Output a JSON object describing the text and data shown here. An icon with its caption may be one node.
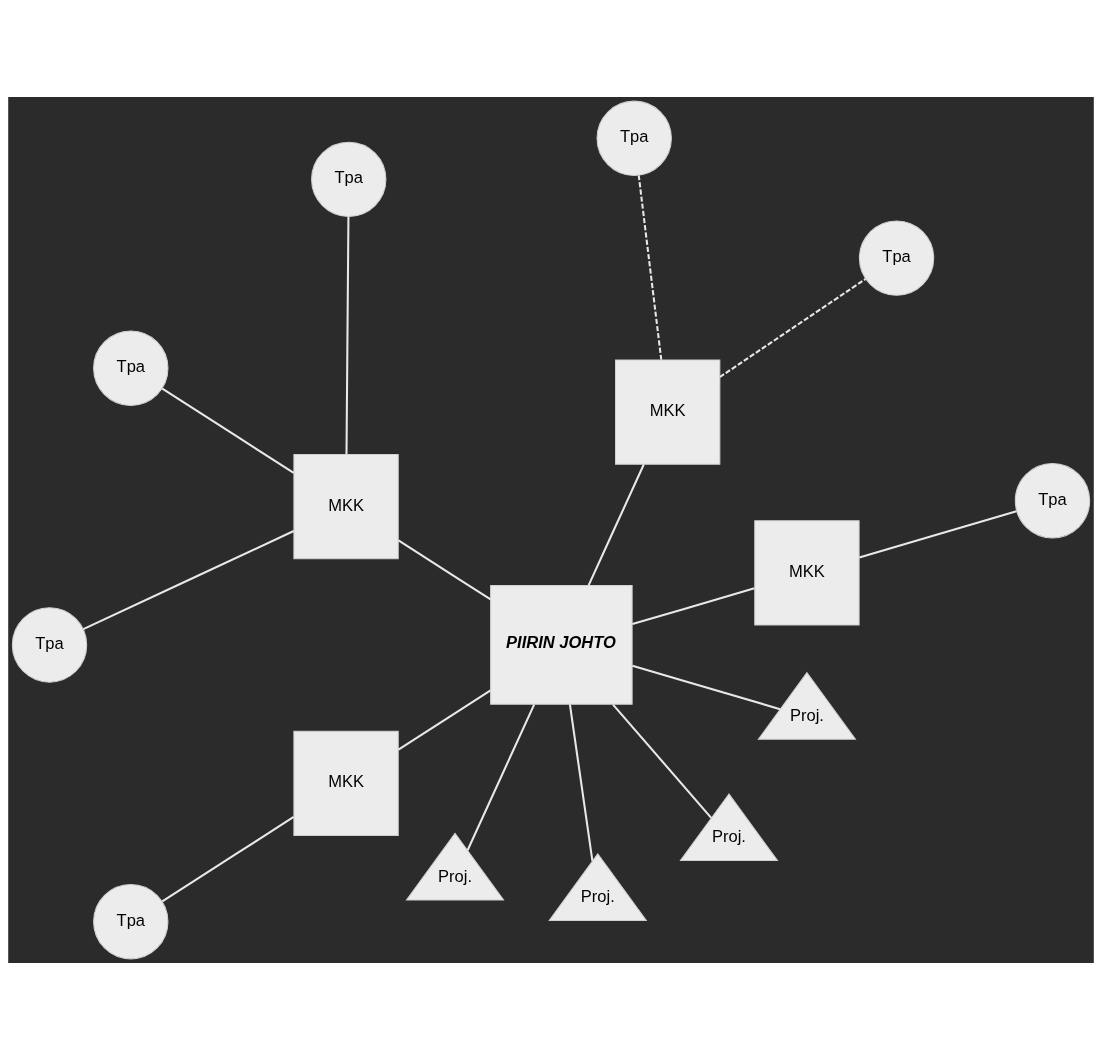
{
  "diagram": {
    "nodes": [
      {
        "text": [
          "PIIRIN JOHTO"
        ]
      },
      {
        "text": [
          "MKK"
        ]
      },
      {
        "text": [
          "MKK"
        ]
      },
      {
        "text": [
          "MKK"
        ]
      },
      {
        "text": [
          "MKK"
        ]
      },
      {
        "text": [
          "Proj."
        ]
      },
      {
        "text": [
          "Proj."
        ]
      },
      {
        "text": [
          "Proj."
        ]
      },
      {
        "text": [
          "Proj."
        ]
      },
      {
        "text": [
          "Tpa"
        ]
      },
      {
        "text": [
          "Tpa"
        ]
      },
      {
        "text": [
          "Tpa"
        ]
      },
      {
        "text": [
          "Tpa"
        ]
      },
      {
        "text": [
          "Tpa"
        ]
      },
      {
        "text": [
          "Tpa"
        ]
      },
      {
        "text": [
          "Tpa"
        ]
      }
    ],
    "edges": [
      {
        "from": 0,
        "to": 1,
        "arrow": "none"
      },
      {
        "from": 0,
        "to": 2,
        "arrow": "none"
      },
      {
        "from": 0,
        "to": 3,
        "arrow": "none"
      },
      {
        "from": 0,
        "to": 4,
        "arrow": "none"
      },
      {
        "from": 0,
        "to": 5,
        "arrow": "none"
      },
      {
        "from": 0,
        "to": 6,
        "arrow": "none"
      },
      {
        "from": 0,
        "to": 7,
        "arrow": "none"
      },
      {
        "from": 0,
        "to": 8,
        "arrow": "none"
      },
      {
        "from": 1,
        "to": 9,
        "arrow": "none"
      },
      {
        "from": 2,
        "to": 10,
        "arrow": "none",
        "style": "dashed"
      },
      {
        "from": 3,
        "to": 11,
        "arrow": "none"
      },
      {
        "from": 3,
        "to": 12,
        "arrow": "none"
      },
      {
        "from": 2,
        "to": 13,
        "arrow": "none",
        "style": "dashed"
      },
      {
        "from": 3,
        "to": 14,
        "arrow": "none"
      },
      {
        "from": 4,
        "to": 15,
        "arrow": "none"
      }
    ]
  }
}
